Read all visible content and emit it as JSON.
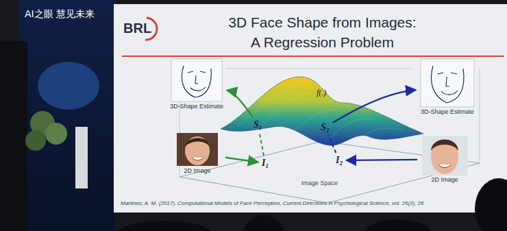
{
  "diagram": {
    "title": "3D Face Shape from Images: A Regression Problem",
    "caption": "Martinez, A. M. (2017). Computational Models of Face Perception, Current Directions in Psychological Science, vol. 26(3), 26",
    "nodes": [
      {
        "text": [
          "3D-Shape Estimate"
        ]
      },
      {
        "text": [
          "2D Image"
        ]
      },
      {
        "text": [
          "S₁"
        ]
      },
      {
        "text": [
          "I₁"
        ]
      },
      {
        "text": [
          "3D-Shape Estimate"
        ]
      },
      {
        "text": [
          "2D Image"
        ]
      },
      {
        "text": [
          "S₂"
        ]
      },
      {
        "text": [
          "I₂"
        ]
      }
    ],
    "edges": [
      {
        "from": 1,
        "to": 3,
        "arrow": "to"
      },
      {
        "from": 3,
        "to": 2,
        "arrow": "none"
      },
      {
        "from": 2,
        "to": 0,
        "arrow": "to"
      },
      {
        "from": 5,
        "to": 7,
        "arrow": "to"
      },
      {
        "from": 7,
        "to": 6,
        "arrow": "none"
      },
      {
        "from": 6,
        "to": 4,
        "arrow": "to"
      }
    ],
    "labels": [
      "BRL",
      "f(.)",
      "Image Space",
      "AI之眼 慧见未来"
    ]
  }
}
